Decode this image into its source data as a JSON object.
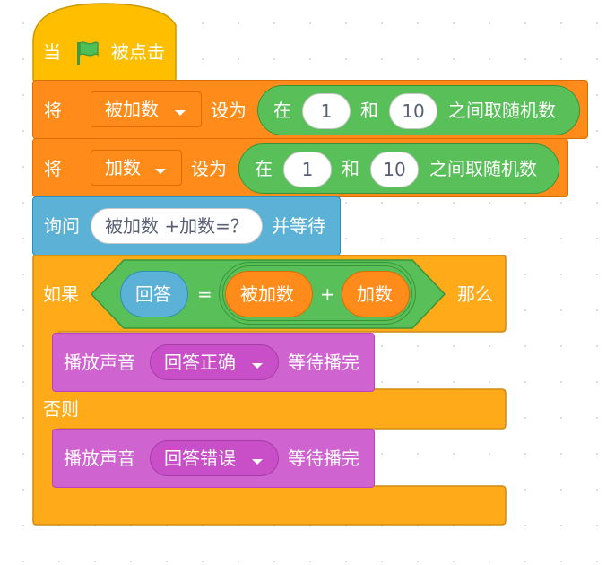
{
  "hat": {
    "label_when": "当",
    "label_clicked": "被点击",
    "flag_icon": "green-flag-icon"
  },
  "set1": {
    "label_set": "将",
    "variable": "被加数",
    "label_to": "设为",
    "op_in": "在",
    "from": "1",
    "op_and": "和",
    "to": "10",
    "op_random": "之间取随机数"
  },
  "set2": {
    "label_set": "将",
    "variable": "加数",
    "label_to": "设为",
    "op_in": "在",
    "from": "1",
    "op_and": "和",
    "to": "10",
    "op_random": "之间取随机数"
  },
  "ask": {
    "label_ask": "询问",
    "question": "被加数 +加数=？",
    "label_wait": "并等待"
  },
  "if_else": {
    "label_if": "如果",
    "answer": "回答",
    "op_equals": "=",
    "left_var": "被加数",
    "op_plus": "+",
    "right_var": "加数",
    "label_then": "那么",
    "label_else": "否则"
  },
  "sound_correct": {
    "label_play": "播放声音",
    "sound": "回答正确",
    "label_until": "等待播完"
  },
  "sound_wrong": {
    "label_play": "播放声音",
    "sound": "回答错误",
    "label_until": "等待播完"
  },
  "colors": {
    "events": "#ffbf00",
    "variables": "#ff8c1a",
    "operators": "#59c059",
    "sensing": "#5cb1d6",
    "control": "#ffab19",
    "sound": "#cf63cf"
  }
}
